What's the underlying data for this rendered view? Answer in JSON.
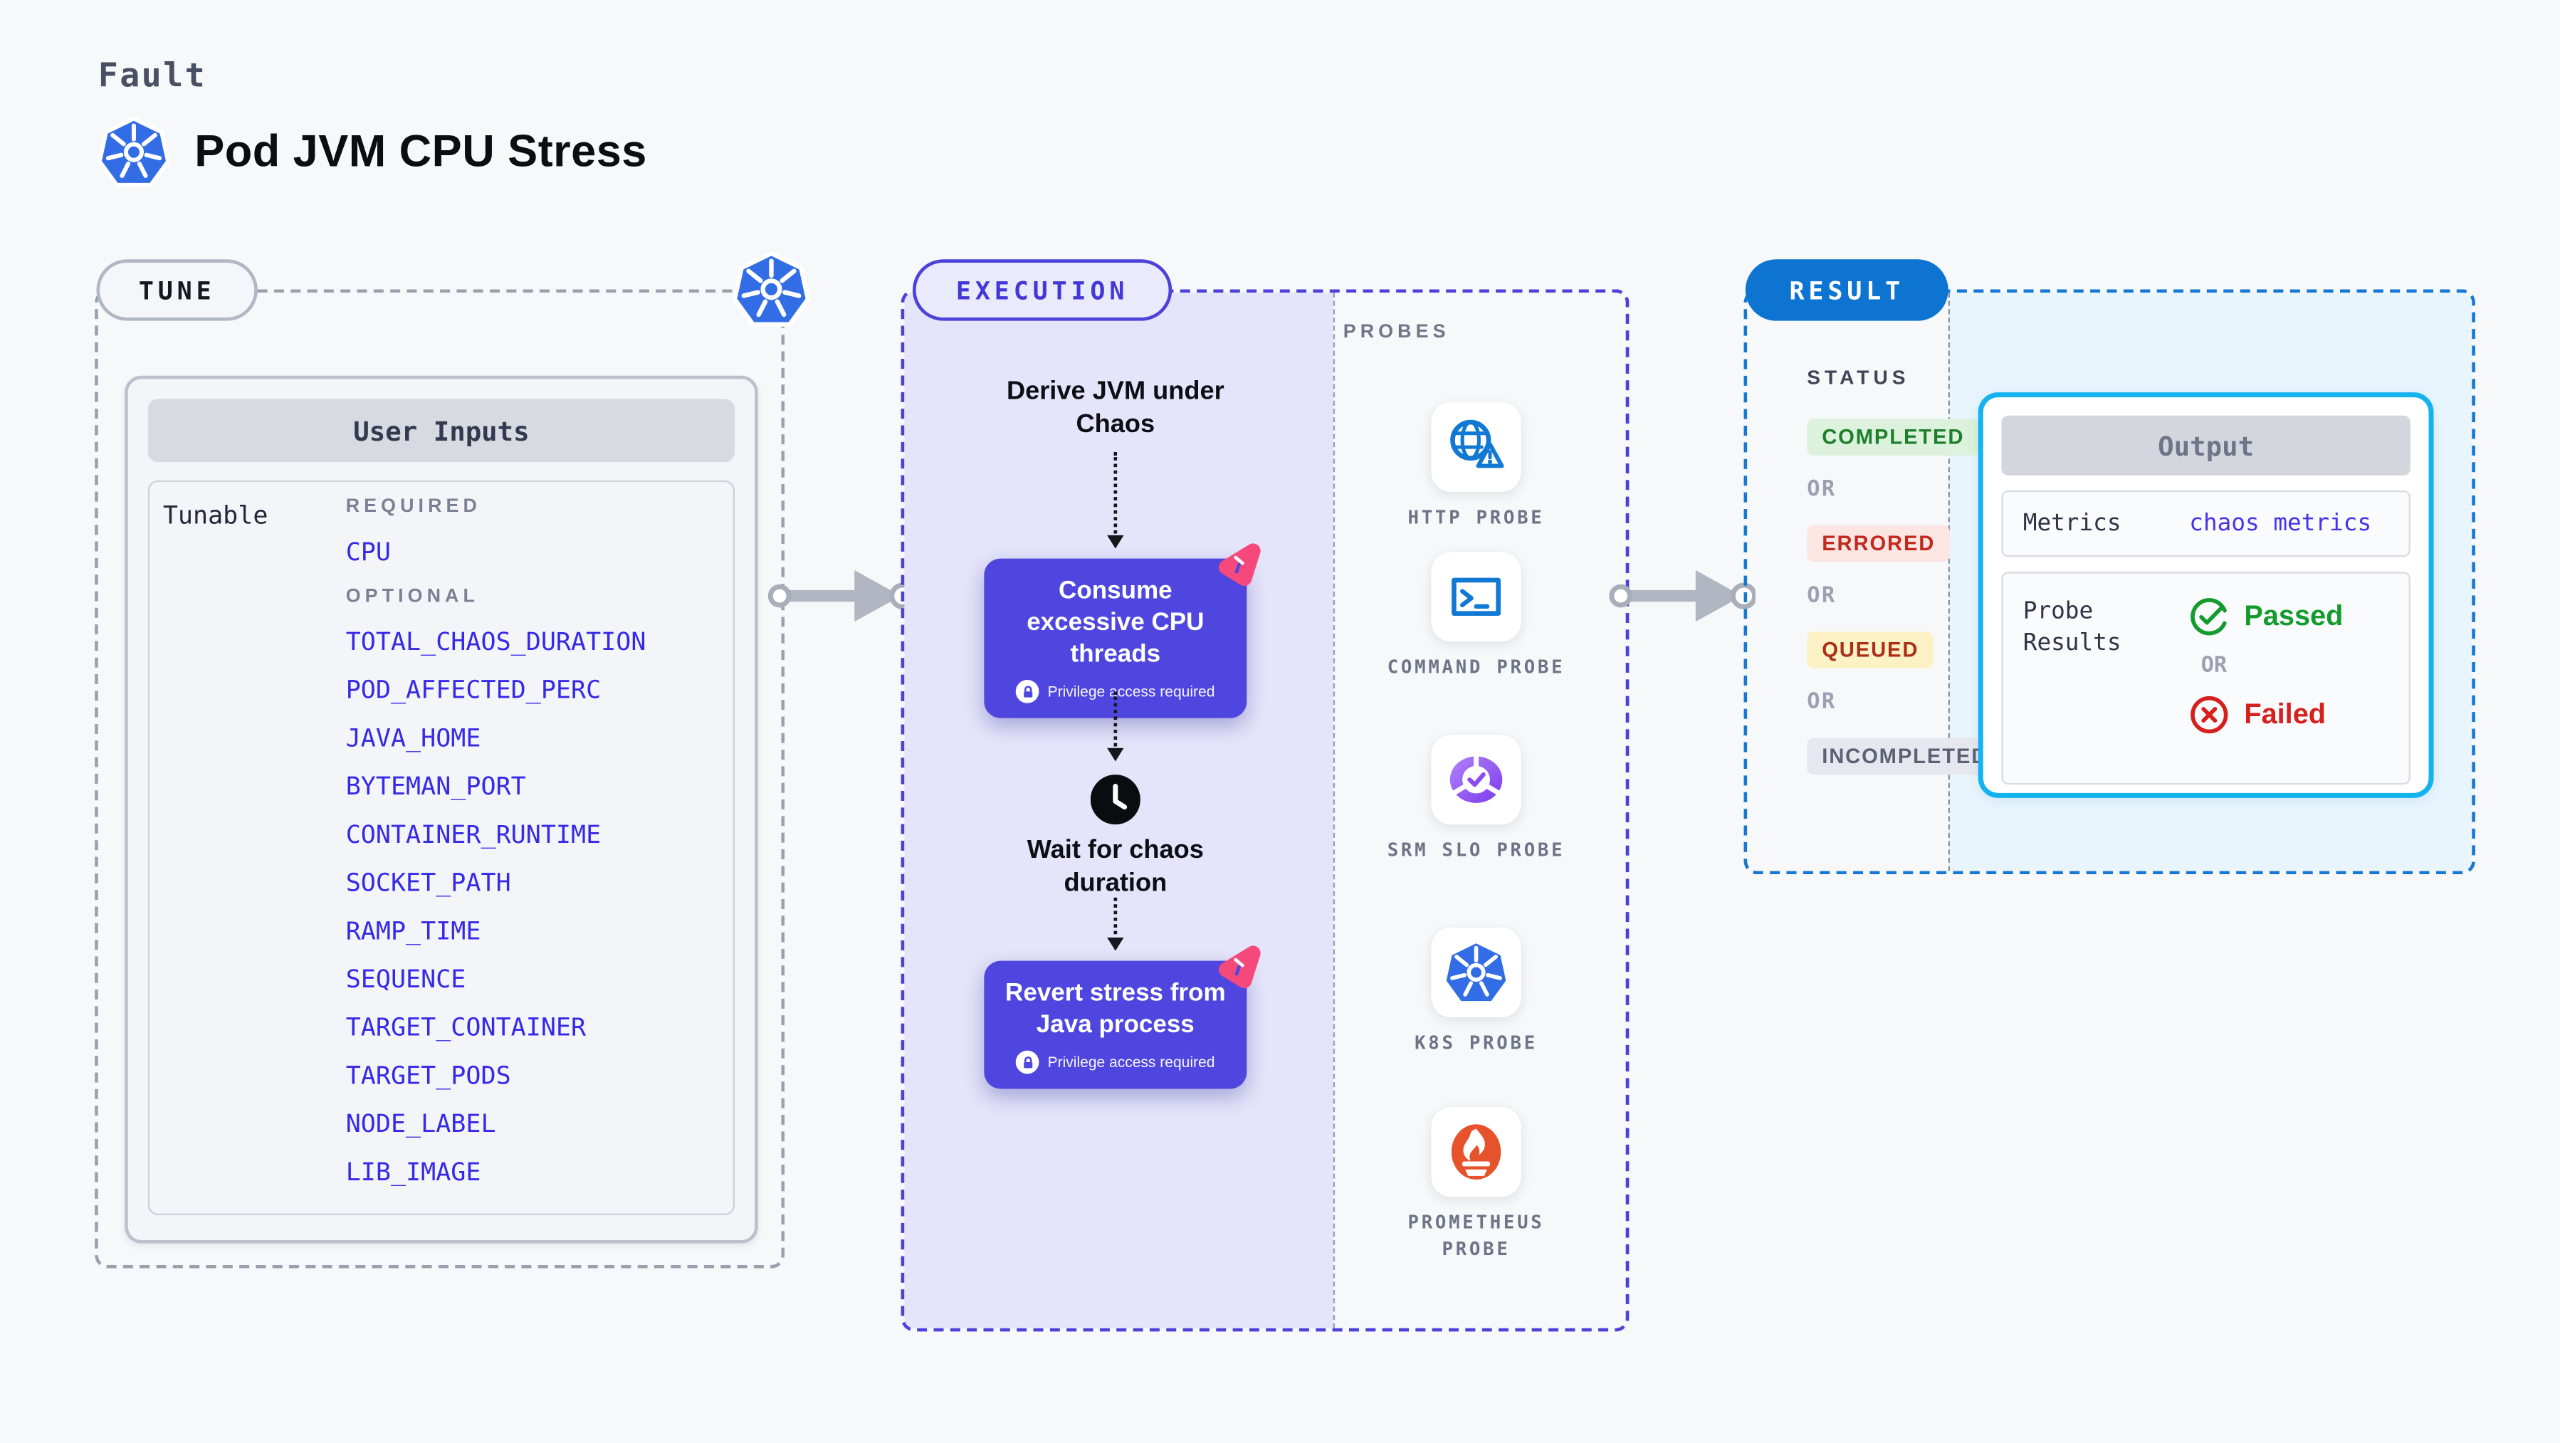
{
  "header": {
    "kicker": "Fault",
    "title": "Pod JVM CPU Stress"
  },
  "tune": {
    "badge": "TUNE",
    "panel_title": "User Inputs",
    "row_label": "Tunable",
    "items": [
      {
        "kind": "group-label",
        "text": "REQUIRED"
      },
      {
        "kind": "param",
        "text": "CPU"
      },
      {
        "kind": "group-label",
        "text": "OPTIONAL"
      },
      {
        "kind": "param",
        "text": "TOTAL_CHAOS_DURATION"
      },
      {
        "kind": "param",
        "text": "POD_AFFECTED_PERC"
      },
      {
        "kind": "param",
        "text": "JAVA_HOME"
      },
      {
        "kind": "param",
        "text": "BYTEMAN_PORT"
      },
      {
        "kind": "param",
        "text": "CONTAINER_RUNTIME"
      },
      {
        "kind": "param",
        "text": "SOCKET_PATH"
      },
      {
        "kind": "param",
        "text": "RAMP_TIME"
      },
      {
        "kind": "param",
        "text": "SEQUENCE"
      },
      {
        "kind": "param",
        "text": "TARGET_CONTAINER"
      },
      {
        "kind": "param",
        "text": "TARGET_PODS"
      },
      {
        "kind": "param",
        "text": "NODE_LABEL"
      },
      {
        "kind": "param",
        "text": "LIB_IMAGE"
      }
    ]
  },
  "execution": {
    "badge": "EXECUTION",
    "step1": "Derive JVM under Chaos",
    "wait": "Wait for chaos duration",
    "privilege": "Privilege access required",
    "boxes": [
      {
        "title": "Consume excessive CPU threads"
      },
      {
        "title": "Revert stress from Java process"
      }
    ],
    "probes_label": "PROBES",
    "probes": [
      {
        "label": "HTTP PROBE",
        "icon": "globe-alert-icon"
      },
      {
        "label": "COMMAND PROBE",
        "icon": "terminal-icon"
      },
      {
        "label": "SRM SLO PROBE",
        "icon": "slo-gauge-icon"
      },
      {
        "label": "K8S PROBE",
        "icon": "kubernetes-icon"
      },
      {
        "label": "PROMETHEUS PROBE",
        "icon": "prometheus-flame-icon"
      }
    ]
  },
  "result": {
    "badge": "RESULT",
    "status_label": "STATUS",
    "or_label": "OR",
    "statuses": [
      {
        "label": "COMPLETED",
        "state": "completed"
      },
      {
        "label": "ERRORED",
        "state": "errored"
      },
      {
        "label": "QUEUED",
        "state": "queued"
      },
      {
        "label": "INCOMPLETED",
        "state": "incompleted"
      }
    ],
    "output": {
      "title": "Output",
      "metrics_label": "Metrics",
      "metrics_value": "chaos metrics",
      "probe_label": "Probe Results",
      "passed": "Passed",
      "or_label": "OR",
      "failed": "Failed"
    }
  },
  "colors": {
    "page_bg": "#f7f8fa",
    "accent_indigo": "#4f46e0",
    "execution_border": "#4c42d9",
    "lavender_fill": "#e4e4fa",
    "result_blue": "#0d74d1",
    "result_border": "#1678d2",
    "light_blue_fill": "#e8f5fd",
    "output_cyan": "#14b2ef",
    "param_blue": "#3629e8",
    "passed_green": "#149b2e",
    "failed_red": "#d6201c",
    "litmus_pink": "#f5497c",
    "k8s_blue": "#326de6",
    "prometheus_orange": "#e6522c",
    "probe_icon_blue": "#1178d3",
    "arrow_gray": "#b2b6c2"
  }
}
